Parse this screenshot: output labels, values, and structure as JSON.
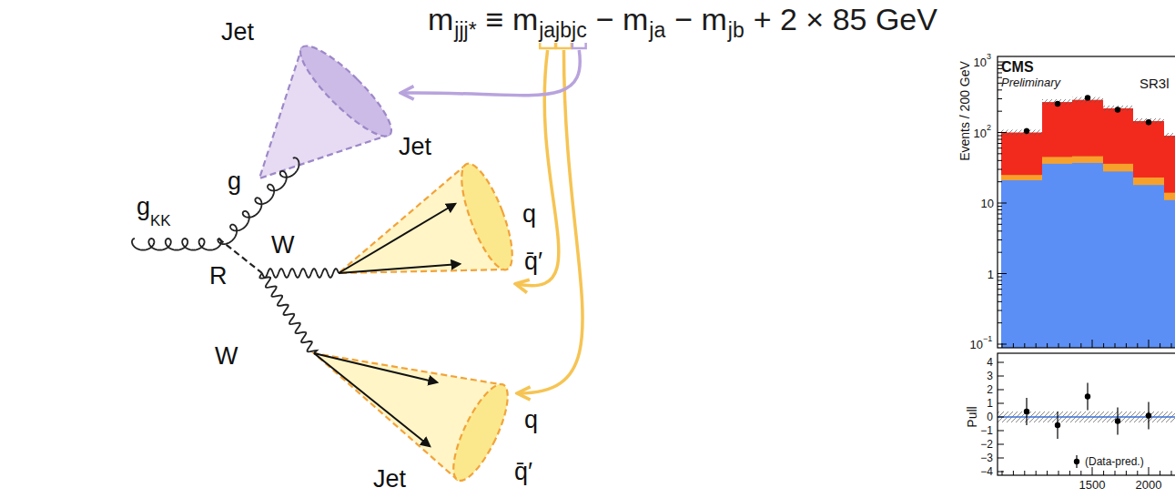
{
  "diagram": {
    "labels": [
      "m",
      "jjj*",
      "≡ m",
      "jajbjc",
      "− m",
      "ja",
      "− m",
      "jb",
      "+ 2 × 85 GeV",
      "Jet",
      "g",
      "KK",
      "g",
      "Jet",
      "q",
      "q̄′",
      "R",
      "W",
      "W",
      "q",
      "q̄′",
      "Jet",
      "CMS",
      "Preliminary",
      "SR3l",
      "Events / 200 GeV",
      "10",
      "3",
      "10",
      "2",
      "10",
      "1",
      "10",
      "−1",
      "Pull",
      "4",
      "3",
      "2",
      "1",
      "0",
      "−1",
      "−2",
      "−3",
      "−4",
      "(Data-pred.)",
      "1500",
      "2000"
    ]
  }
}
